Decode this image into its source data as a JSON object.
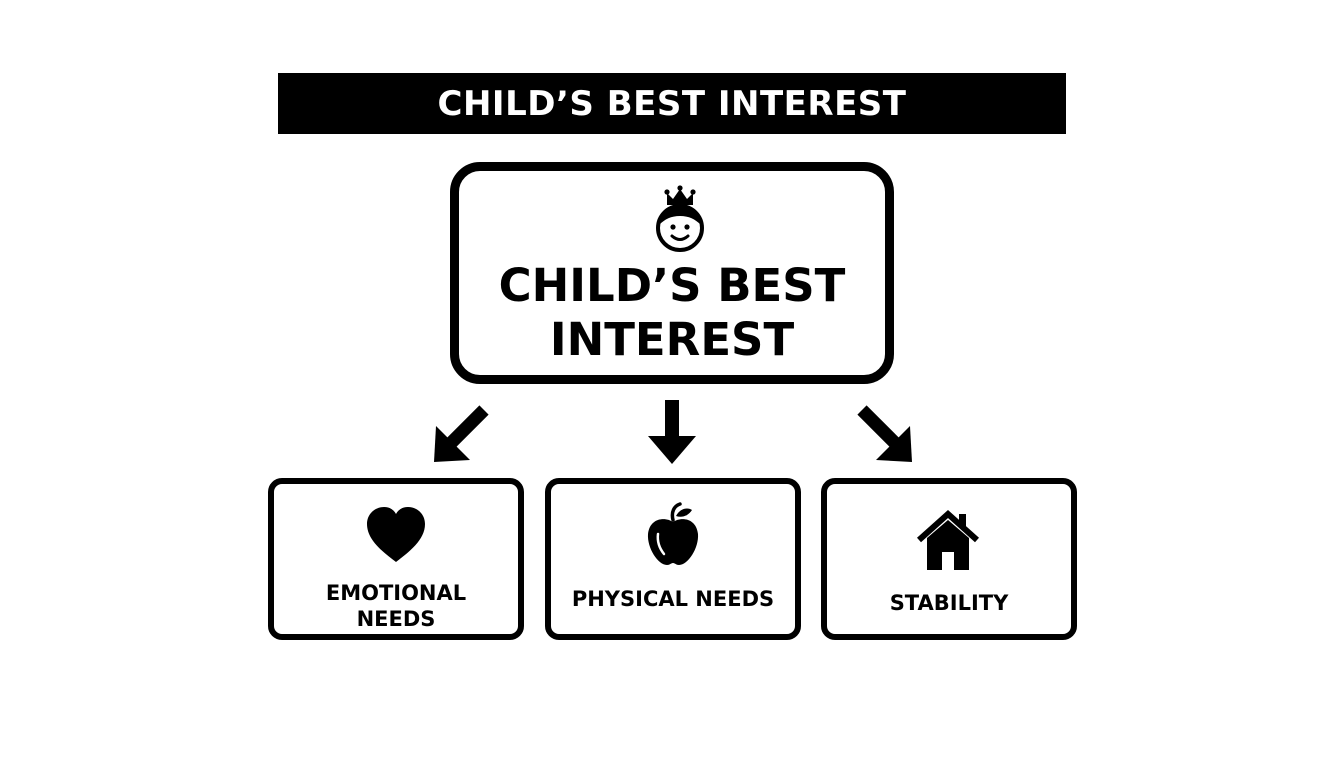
{
  "diagram": {
    "title": "CHILD’S BEST INTEREST",
    "center_node": {
      "label": "CHILD’S BEST\nINTEREST",
      "icon": "child-crown-icon"
    },
    "branches": [
      {
        "label": "EMOTIONAL\nNEEDS",
        "icon": "heart-icon"
      },
      {
        "label": "PHYSICAL NEEDS",
        "icon": "apple-icon"
      },
      {
        "label": "STABILITY",
        "icon": "house-icon"
      }
    ],
    "colors": {
      "ink": "#000000",
      "background": "#ffffff"
    }
  }
}
